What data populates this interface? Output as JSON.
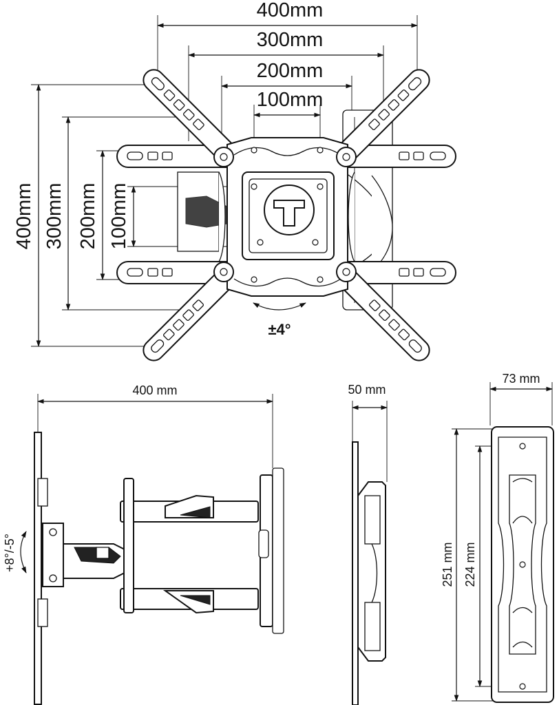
{
  "top_view": {
    "horizontal_dims": [
      "400mm",
      "300mm",
      "200mm",
      "100mm"
    ],
    "vertical_dims": [
      "400mm",
      "300mm",
      "200mm",
      "100mm"
    ],
    "tilt_label": "±4°"
  },
  "side_view": {
    "width_label": "400 mm",
    "tilt_label": "+8°/-5°"
  },
  "profile_view": {
    "depth_label": "50 mm"
  },
  "wall_plate_view": {
    "width_label": "73 mm",
    "height_label": "251 mm",
    "hole_spacing_label": "224 mm"
  }
}
